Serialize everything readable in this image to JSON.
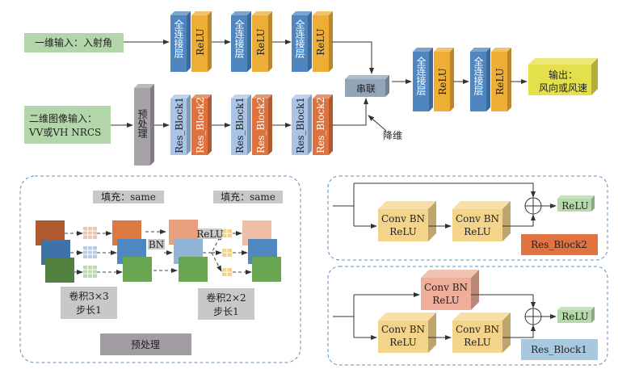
{
  "branch_1d": {
    "input": "一维输入：入射角",
    "layers": [
      {
        "fc": "全连接层",
        "act": "ReLU"
      },
      {
        "fc": "全连接层",
        "act": "ReLU"
      },
      {
        "fc": "全连接层",
        "act": "ReLU"
      }
    ]
  },
  "branch_2d": {
    "input_line1": "二维图像输入：",
    "input_line2": "VV或VH NRCS",
    "preprocess": "预处理",
    "blocks": [
      {
        "b1": "Res_Block1",
        "b2": "Res_Block2"
      },
      {
        "b1": "Res_Block1",
        "b2": "Res_Block2"
      },
      {
        "b1": "Res_Block1",
        "b2": "Res_Block2"
      }
    ],
    "reduce_label": "降维"
  },
  "merge": {
    "concat": "串联",
    "layers": [
      {
        "fc": "全连接层",
        "act": "ReLU"
      },
      {
        "fc": "全连接层",
        "act": "ReLU"
      }
    ],
    "output_line1": "输出：",
    "output_line2": "风向或风速"
  },
  "preprocess_detail": {
    "padding_1": "填充：same",
    "padding_2": "填充：same",
    "bn": "BN",
    "relu": "ReLU",
    "conv1_line1": "卷积3×3",
    "conv1_line2": "步长1",
    "conv2_line1": "卷积2×2",
    "conv2_line2": "步长1",
    "title": "预处理"
  },
  "res_block2": {
    "conv_line1": "Conv BN",
    "conv_line2": "ReLU",
    "relu": "ReLU",
    "title": "Res_Block2"
  },
  "res_block1": {
    "conv_line1": "Conv BN",
    "conv_line2": "ReLU",
    "relu": "ReLU",
    "title": "Res_Block1"
  },
  "colors": {
    "fc": "#4f86c0",
    "relu": "#eeae36",
    "res1": "#a9c4e6",
    "res2": "#e0733d",
    "input": "#b2d5a9",
    "concat": "#93a5b8",
    "preprocess": "#a6a2a8",
    "output": "#e4e04c",
    "conv": "#f4d48a",
    "conv_alt": "#eeae9a",
    "relu_green": "#b6d8ac"
  }
}
